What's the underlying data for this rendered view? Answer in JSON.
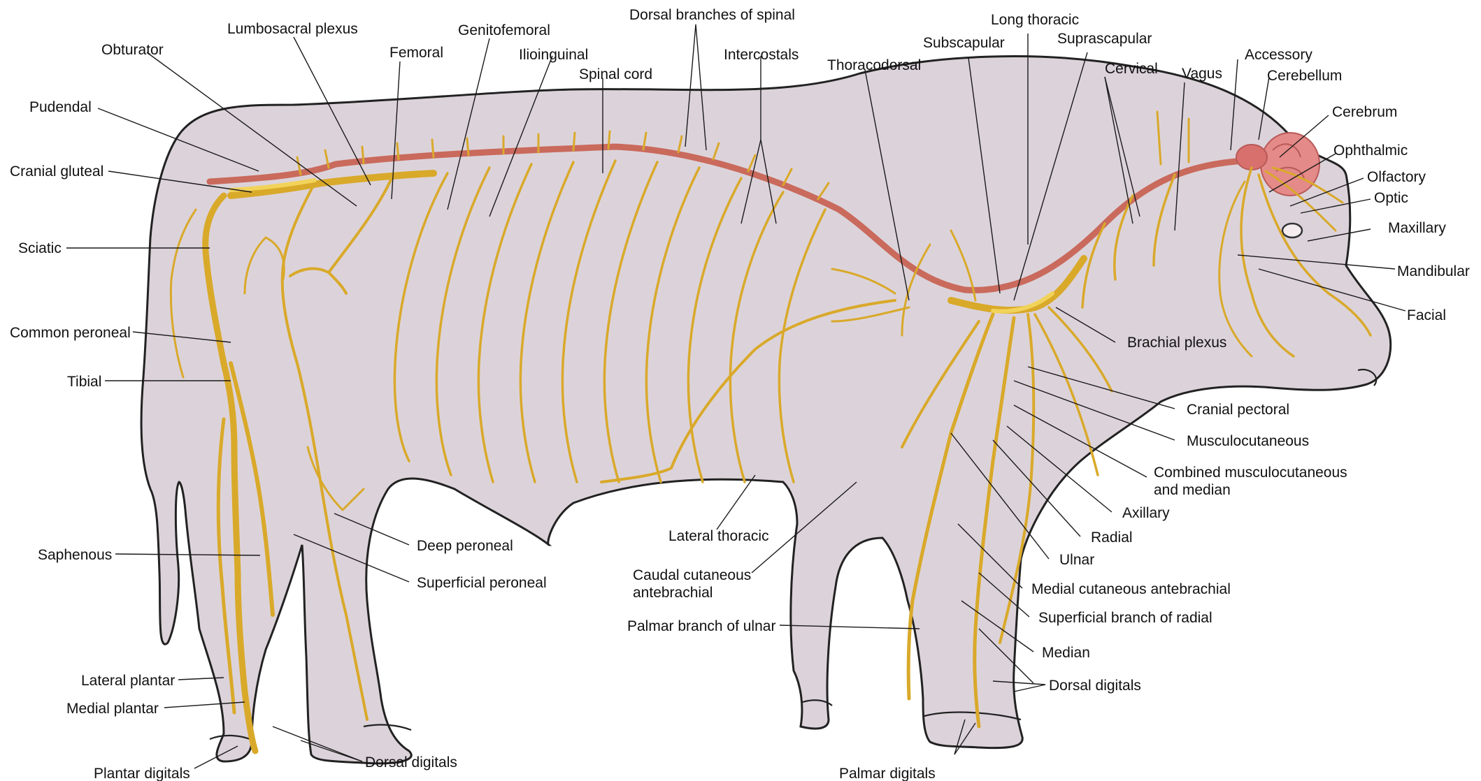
{
  "colors": {
    "body_fill": "#dcd3da",
    "outline": "#222222",
    "nerve": "#d9a92a",
    "nerve_highlight": "#f2d35a",
    "spinal_cord": "#c96a5c",
    "brain": "#e48a88"
  },
  "labels": {
    "obturator": "Obturator",
    "lumbosacral_plexus": "Lumbosacral plexus",
    "femoral": "Femoral",
    "genitofemoral": "Genitofemoral",
    "ilioinguinal": "Ilioinguinal",
    "dorsal_branches_of_spinal": "Dorsal branches of spinal",
    "spinal_cord": "Spinal cord",
    "intercostals": "Intercostals",
    "thoracodorsal": "Thoracodorsal",
    "subscapular": "Subscapular",
    "long_thoracic": "Long thoracic",
    "suprascapular": "Suprascapular",
    "cervical": "Cervical",
    "vagus": "Vagus",
    "accessory": "Accessory",
    "cerebellum": "Cerebellum",
    "cerebrum": "Cerebrum",
    "ophthalmic": "Ophthalmic",
    "olfactory": "Olfactory",
    "optic": "Optic",
    "maxillary": "Maxillary",
    "mandibular": "Mandibular",
    "facial": "Facial",
    "pudendal": "Pudendal",
    "cranial_gluteal": "Cranial gluteal",
    "sciatic": "Sciatic",
    "common_peroneal": "Common peroneal",
    "tibial": "Tibial",
    "saphenous": "Saphenous",
    "lateral_plantar": "Lateral plantar",
    "medial_plantar": "Medial plantar",
    "plantar_digitals": "Plantar digitals",
    "dorsal_digitals_hind": "Dorsal digitals",
    "deep_peroneal": "Deep peroneal",
    "superficial_peroneal": "Superficial peroneal",
    "lateral_thoracic": "Lateral thoracic",
    "caudal_cutaneous_antebrachial_1": "Caudal cutaneous",
    "caudal_cutaneous_antebrachial_2": "antebrachial",
    "palmar_branch_of_ulnar": "Palmar branch of ulnar",
    "palmar_digitals": "Palmar digitals",
    "brachial_plexus": "Brachial plexus",
    "cranial_pectoral": "Cranial pectoral",
    "musculocutaneous": "Musculocutaneous",
    "combined_mc_median_1": "Combined musculocutaneous",
    "combined_mc_median_2": "and median",
    "axillary": "Axillary",
    "radial": "Radial",
    "ulnar": "Ulnar",
    "medial_cutaneous_antebrachial": "Medial cutaneous antebrachial",
    "superficial_branch_of_radial": "Superficial branch of radial",
    "median": "Median",
    "dorsal_digitals_fore": "Dorsal digitals"
  }
}
